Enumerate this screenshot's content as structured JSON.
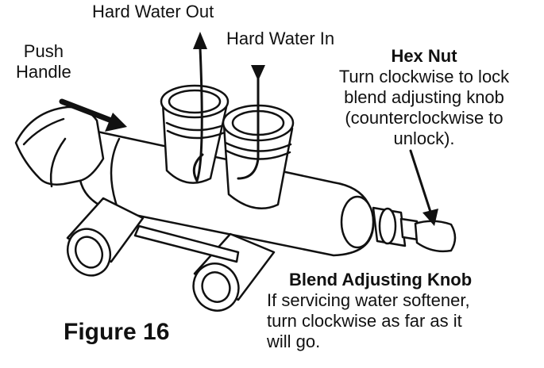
{
  "figure": {
    "caption": "Figure 16"
  },
  "labels": {
    "push_handle": [
      "Push",
      "Handle"
    ],
    "hard_water_out": "Hard Water Out",
    "hard_water_in": "Hard Water In",
    "hex_nut": {
      "title": "Hex Nut",
      "text": [
        "Turn clockwise to lock",
        "blend adjusting knob",
        "(counterclockwise to",
        "unlock)."
      ]
    },
    "blend_knob": {
      "title": "Blend Adjusting Knob",
      "text": [
        "If servicing water softener,",
        "turn clockwise as far as it",
        "will go."
      ]
    }
  },
  "colors": {
    "line": "#111111",
    "background": "#ffffff"
  }
}
